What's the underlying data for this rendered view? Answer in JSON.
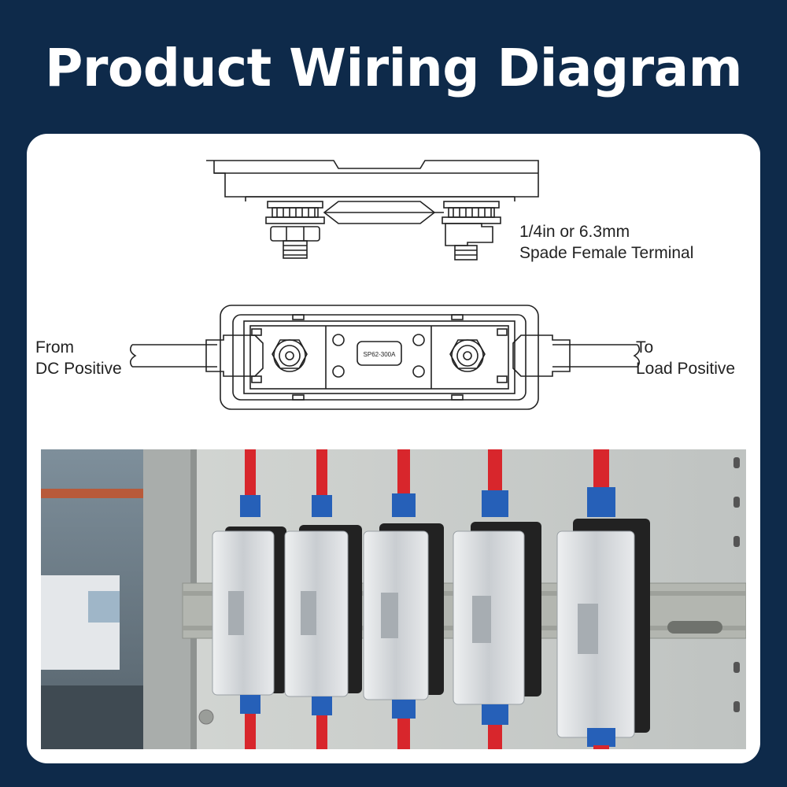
{
  "header": {
    "title": "Product Wiring Diagram"
  },
  "diagram": {
    "fuse_marking": "SP62-300A",
    "terminal_label_line1": "1/4in or 6.3mm",
    "terminal_label_line2": "Spade Female Terminal",
    "from_label_line1": "From",
    "from_label_line2": "DC Positive",
    "to_label_line1": "To",
    "to_label_line2": "Load Positive"
  },
  "photo": {
    "description_items": [
      "fuse-holder",
      "fuse-holder",
      "fuse-holder",
      "fuse-holder",
      "fuse-holder"
    ]
  },
  "colors": {
    "background": "#0e2a4a",
    "card": "#ffffff",
    "wire": "#d8262c",
    "sleeve": "#2660b8",
    "cabinet": "#c9ccc8"
  }
}
